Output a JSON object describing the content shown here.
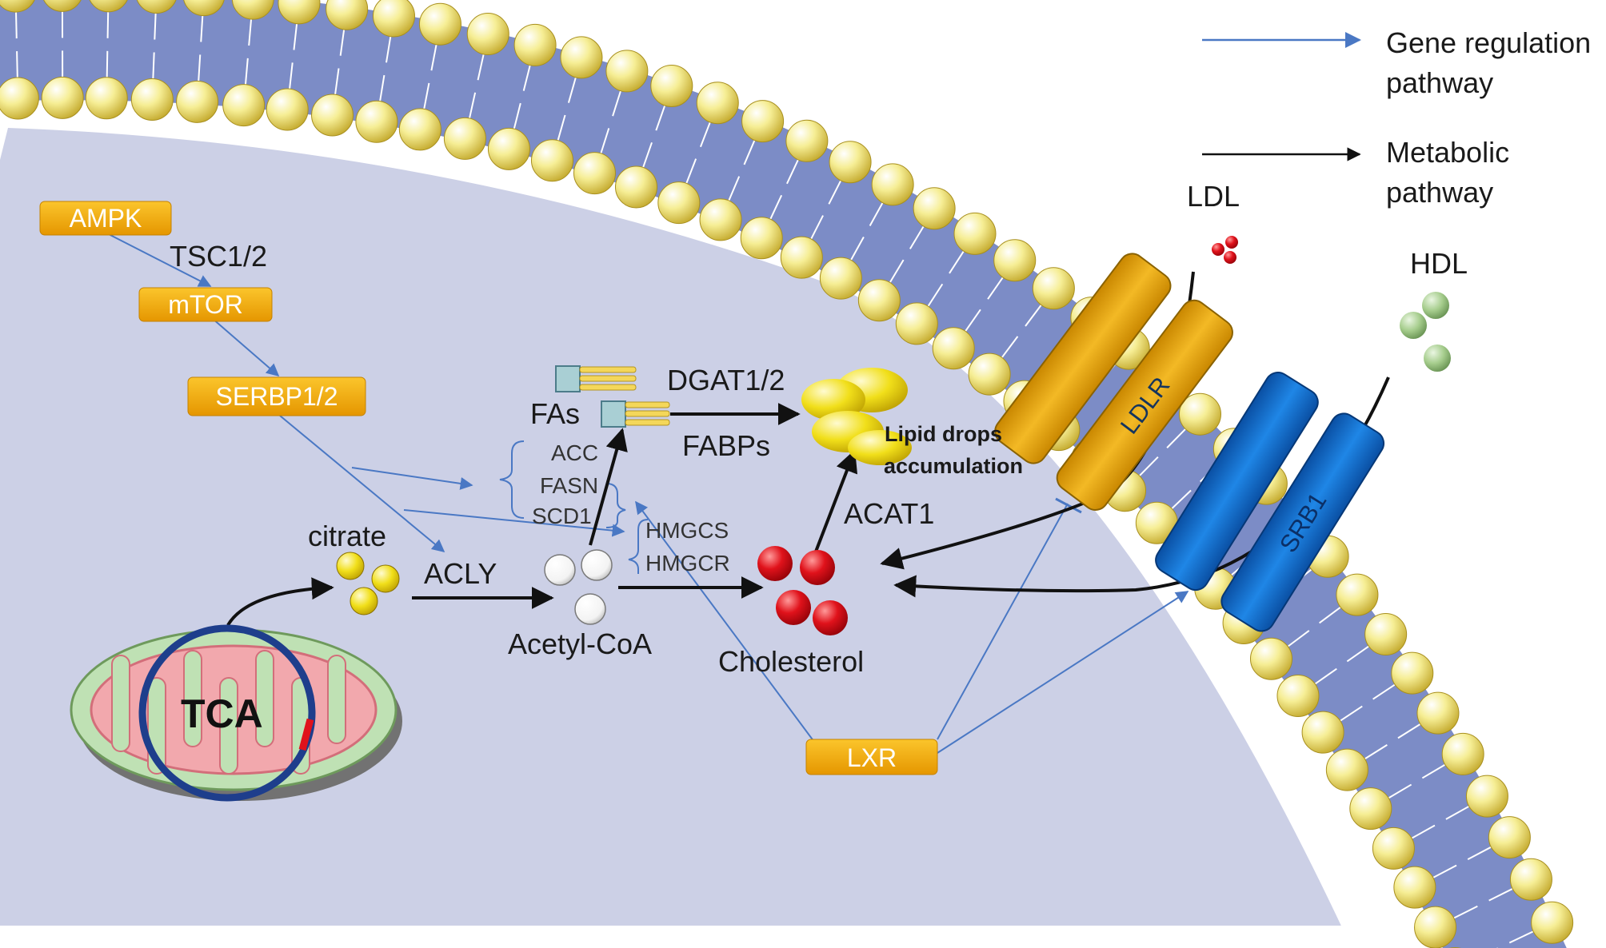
{
  "legend": {
    "gene_label_1": "Gene regulation",
    "gene_label_2": "pathway",
    "metabolic_label_1": "Metabolic",
    "metabolic_label_2": "pathway"
  },
  "regulators": {
    "ampk": "AMPK",
    "tsc": "TSC1/2",
    "mtor": "mTOR",
    "serbp": "SERBP1/2",
    "lxr": "LXR"
  },
  "enzymes": {
    "acc": "ACC",
    "fasn": "FASN",
    "scd1": "SCD1",
    "hmgcs": "HMGCS",
    "hmgcr": "HMGCR",
    "acly": "ACLY",
    "dgat": "DGAT1/2",
    "fabps": "FABPs",
    "acat1": "ACAT1"
  },
  "metabolites": {
    "citrate": "citrate",
    "acetyl_coa": "Acetyl-CoA",
    "fas": "FAs",
    "cholesterol": "Cholesterol",
    "lipid_1": "Lipid drops",
    "lipid_2": "accumulation",
    "tca": "TCA"
  },
  "lipoproteins": {
    "ldl": "LDL",
    "hdl": "HDL",
    "ldlr": "LDLR",
    "srb1": "SRB1"
  },
  "colors": {
    "gene_arrow": "#4a78c4",
    "metabolic_arrow": "#111111",
    "regulator_box": "#f2a800",
    "membrane_head": "#f6ee95",
    "membrane_band": "#7c8cc6",
    "cytoplasm": "#ccd0e6",
    "ldlr": "#e9aa12",
    "srb1": "#1670d0",
    "cholesterol": "#e0121b",
    "hdl": "#8fbf7a"
  }
}
